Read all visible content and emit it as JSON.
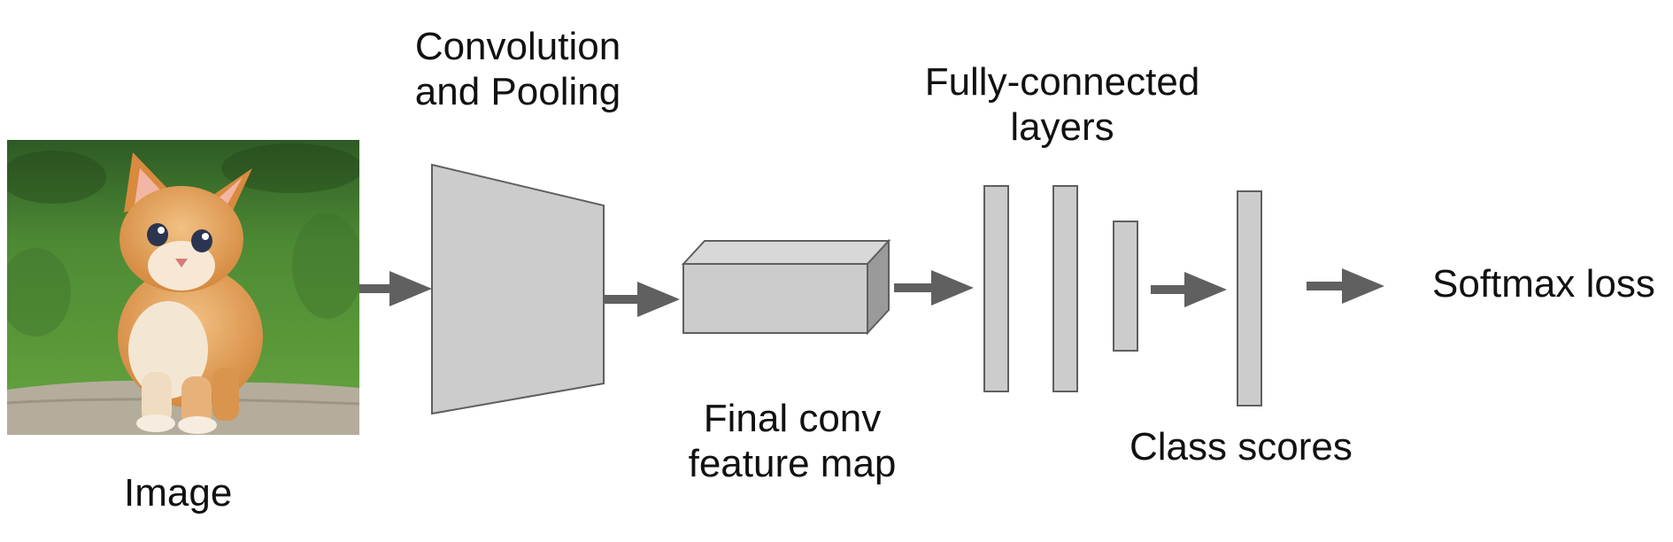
{
  "labels": {
    "conv_line1": "Convolution",
    "conv_line2": "and Pooling",
    "fc_line1": "Fully-connected",
    "fc_line2": "layers",
    "image": "Image",
    "final_line1": "Final conv",
    "final_line2": "feature map",
    "class_scores": "Class scores",
    "softmax": "Softmax loss"
  },
  "colors": {
    "block_fill": "#cccccc",
    "block_top": "#d8d8d8",
    "block_side": "#9a9a9a",
    "block_stroke": "#5f5f5f",
    "arrow": "#606060",
    "text": "#111111"
  },
  "photo": {
    "subject": "kitten-on-grass"
  }
}
